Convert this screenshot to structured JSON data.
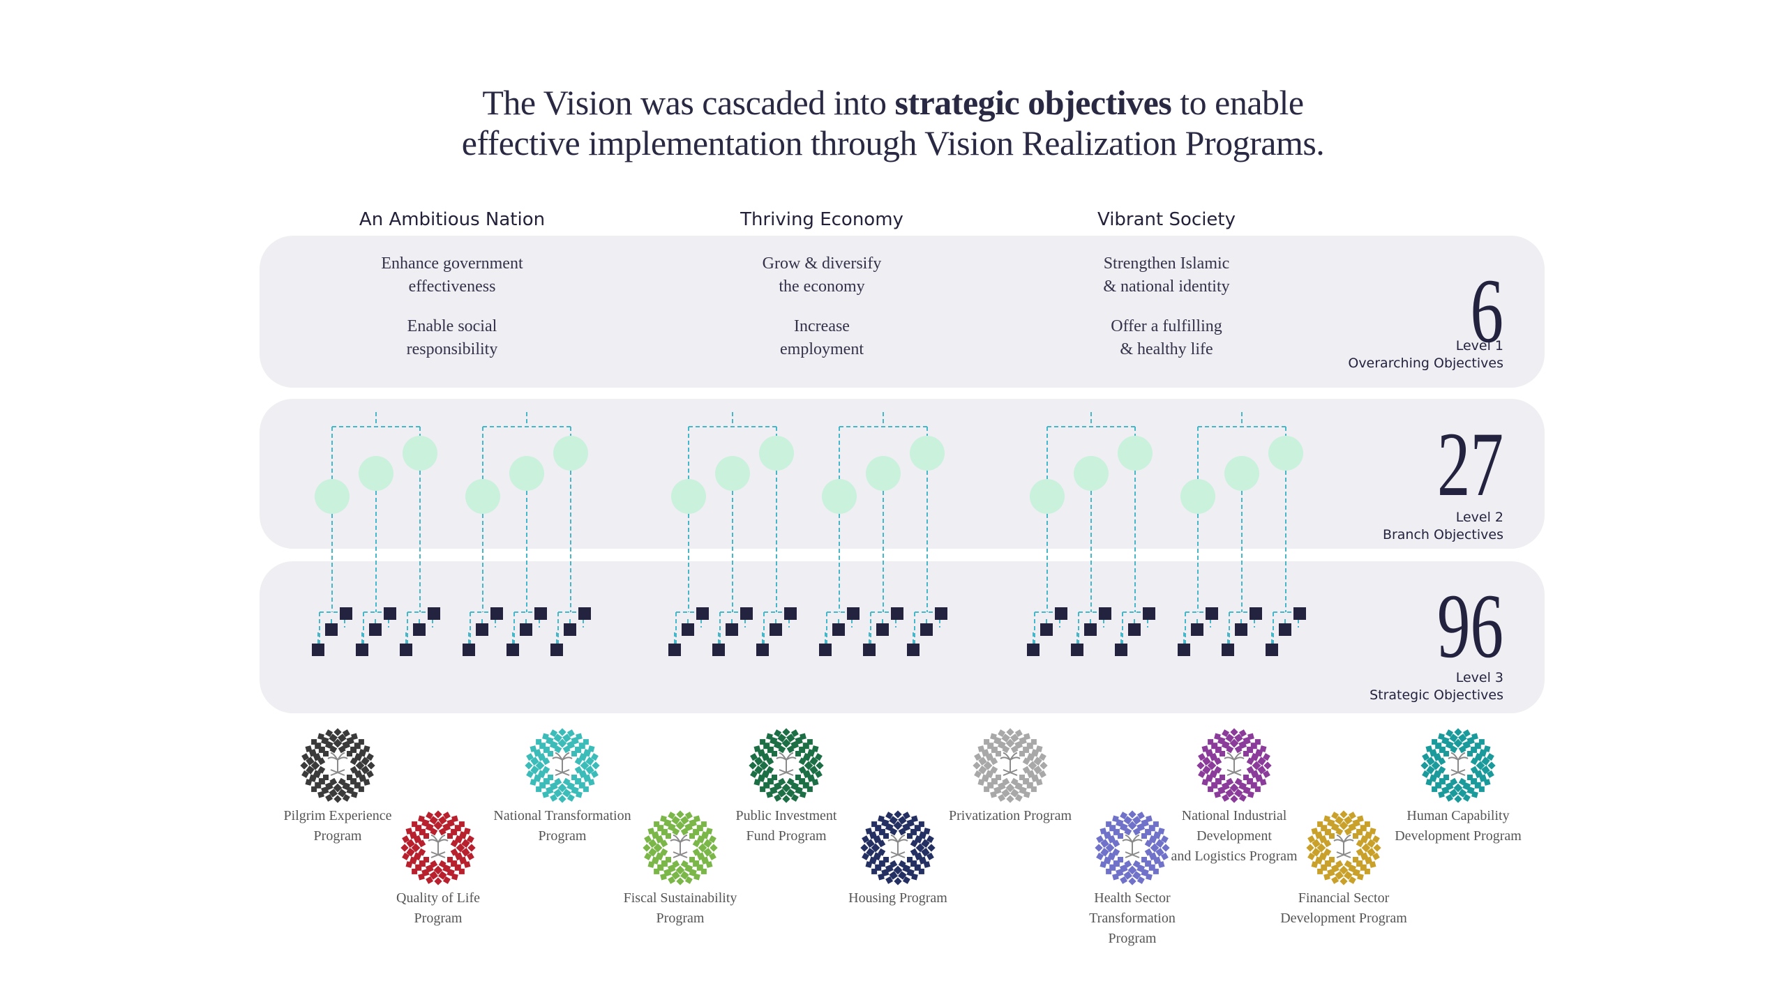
{
  "headline": {
    "line1_a": "The Vision was cascaded into ",
    "line1_b": "strategic objectives",
    "line1_c": " to enable",
    "line2": "effective implementation through Vision Realization Programs."
  },
  "pillars": [
    {
      "title": "An Ambitious Nation",
      "objectives": [
        "Enhance government\neffectiveness",
        "Enable social\nresponsibility"
      ]
    },
    {
      "title": "Thriving Economy",
      "objectives": [
        "Grow & diversify\nthe economy",
        "Increase\nemployment"
      ]
    },
    {
      "title": "Vibrant Society",
      "objectives": [
        "Strengthen Islamic\n& national identity",
        "Offer a fulfilling\n& healthy life"
      ]
    }
  ],
  "levels": [
    {
      "count": "6",
      "level": "Level 1",
      "name": "Overarching Objectives"
    },
    {
      "count": "27",
      "level": "Level 2",
      "name": "Branch Objectives"
    },
    {
      "count": "96",
      "level": "Level 3",
      "name": "Strategic Objectives"
    }
  ],
  "colors": {
    "band": "#efeff3",
    "branch_circle": "#c9f1dc",
    "connector": "#46b7c9",
    "strategic_square": "#23223f"
  },
  "programs": [
    {
      "label": "Pilgrim Experience\nProgram",
      "color": "#3a3a3a",
      "icon": "vrp-emblem-icon"
    },
    {
      "label": "Quality of Life\nProgram",
      "color": "#b8202e",
      "icon": "vrp-emblem-icon"
    },
    {
      "label": "National Transformation\nProgram",
      "color": "#3bbcb9",
      "icon": "vrp-emblem-icon"
    },
    {
      "label": "Fiscal Sustainability\nProgram",
      "color": "#7ab648",
      "icon": "vrp-emblem-icon"
    },
    {
      "label": "Public Investment\nFund Program",
      "color": "#1c6e45",
      "icon": "vrp-emblem-icon"
    },
    {
      "label": "Housing Program",
      "color": "#243062",
      "icon": "vrp-emblem-icon"
    },
    {
      "label": "Privatization Program",
      "color": "#a8a8a8",
      "icon": "vrp-emblem-icon"
    },
    {
      "label": "Health Sector\nTransformation\nProgram",
      "color": "#6f72c8",
      "icon": "vrp-emblem-icon"
    },
    {
      "label": "National Industrial\nDevelopment\nand Logistics Program",
      "color": "#8b3c9a",
      "icon": "vrp-emblem-icon"
    },
    {
      "label": "Financial Sector\nDevelopment Program",
      "color": "#c9a12a",
      "icon": "vrp-emblem-icon"
    },
    {
      "label": "Human Capability\nDevelopment Program",
      "color": "#1a9a9a",
      "icon": "vrp-emblem-icon"
    }
  ]
}
